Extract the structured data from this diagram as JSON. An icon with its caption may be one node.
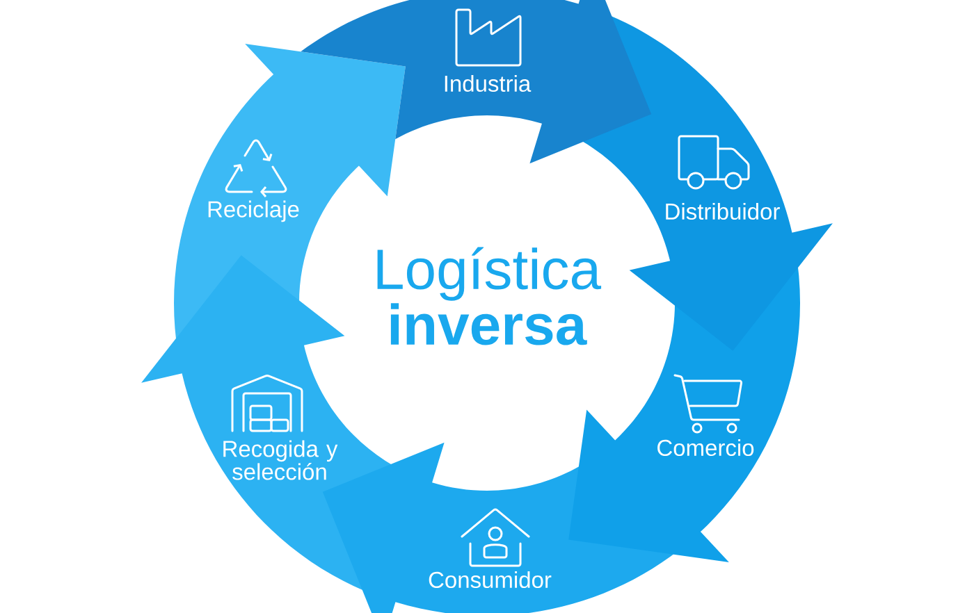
{
  "diagram": {
    "title": "Logística **inversa**",
    "nodes": [
      {
        "text": [
          "Industria"
        ]
      },
      {
        "text": [
          "Distribuidor"
        ]
      },
      {
        "text": [
          "Comercio"
        ]
      },
      {
        "text": [
          "Consumidor"
        ]
      },
      {
        "text": [
          "Recogida y selección"
        ]
      },
      {
        "text": [
          "Reciclaje"
        ]
      }
    ]
  }
}
